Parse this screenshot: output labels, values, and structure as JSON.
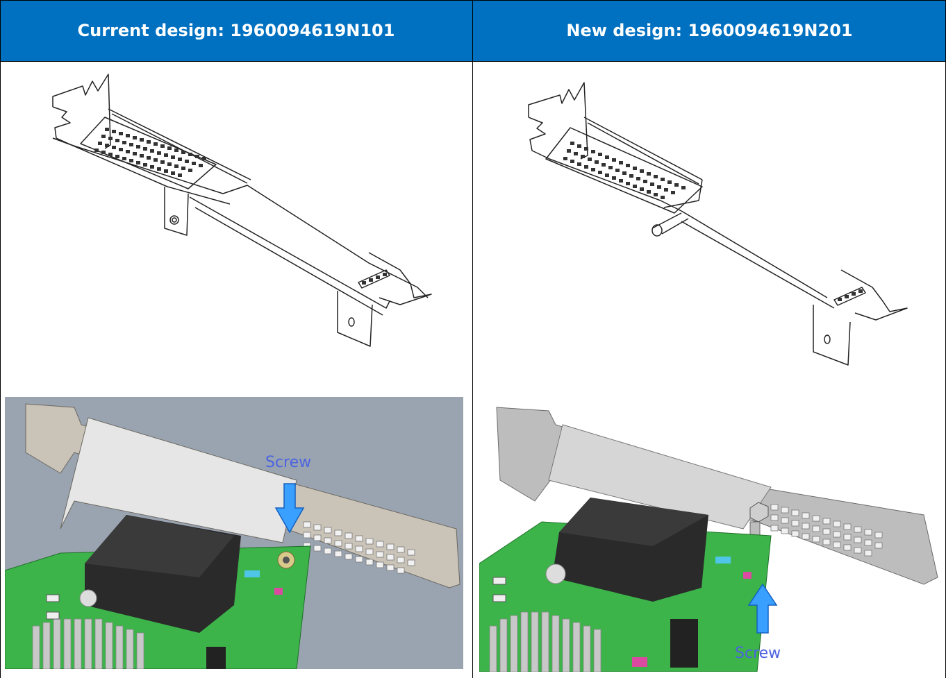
{
  "table": {
    "columns": [
      {
        "header": "Current design: 1960094619N101"
      },
      {
        "header": "New design: 1960094619N201"
      }
    ]
  },
  "annotations": {
    "left_photo_label": "Screw",
    "right_photo_label": "Screw"
  },
  "colors": {
    "header_bg": "#0070c0",
    "header_text": "#ffffff",
    "pcb_green": "#3cb44a",
    "arrow_blue": "#3aa0ff",
    "label_blue": "#4d63e0"
  },
  "icons": [
    "down-arrow-icon",
    "up-arrow-icon"
  ]
}
